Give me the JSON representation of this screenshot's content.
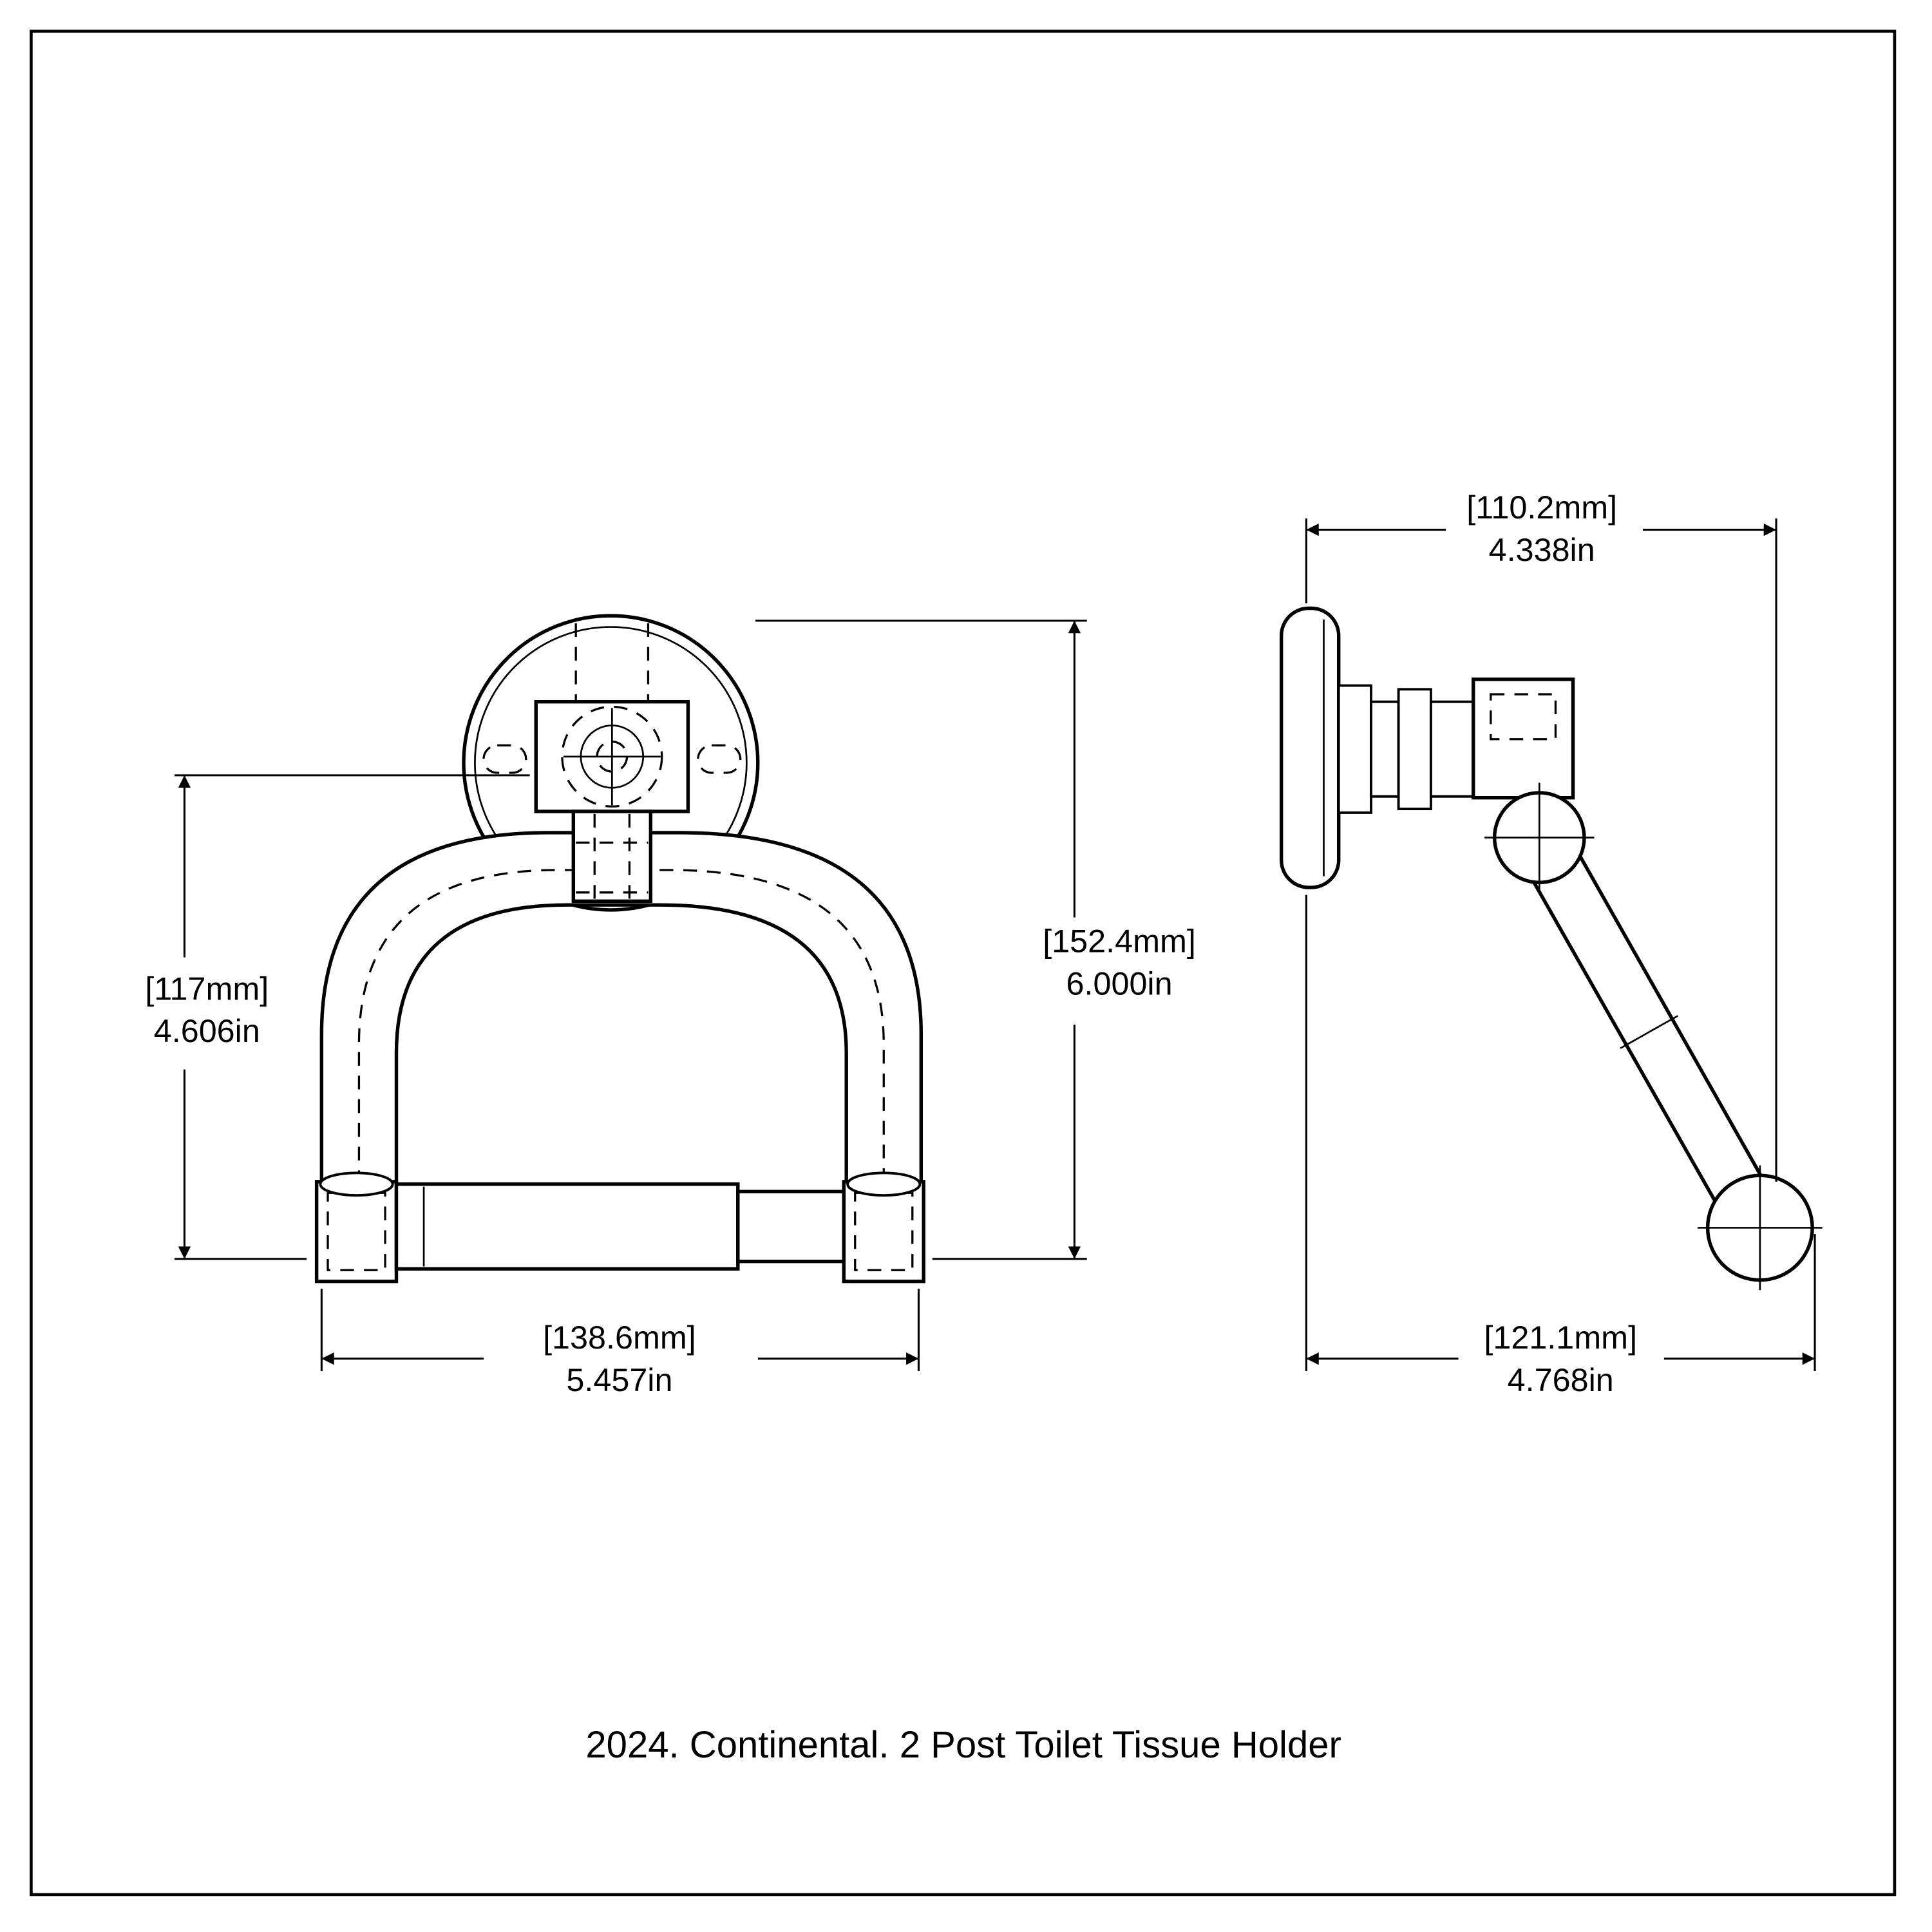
{
  "caption": "2024. Continental. 2 Post Toilet Tissue Holder",
  "front_view": {
    "dim_left_height": {
      "mm": "[117mm]",
      "inches": "4.606in"
    },
    "dim_right_height": {
      "mm": "[152.4mm]",
      "inches": "6.000in"
    },
    "dim_bottom_width": {
      "mm": "[138.6mm]",
      "inches": "5.457in"
    }
  },
  "side_view": {
    "dim_top_width": {
      "mm": "[110.2mm]",
      "inches": "4.338in"
    },
    "dim_bottom_depth": {
      "mm": "[121.1mm]",
      "inches": "4.768in"
    }
  },
  "colors": {
    "line": "#000000",
    "background": "#ffffff"
  }
}
